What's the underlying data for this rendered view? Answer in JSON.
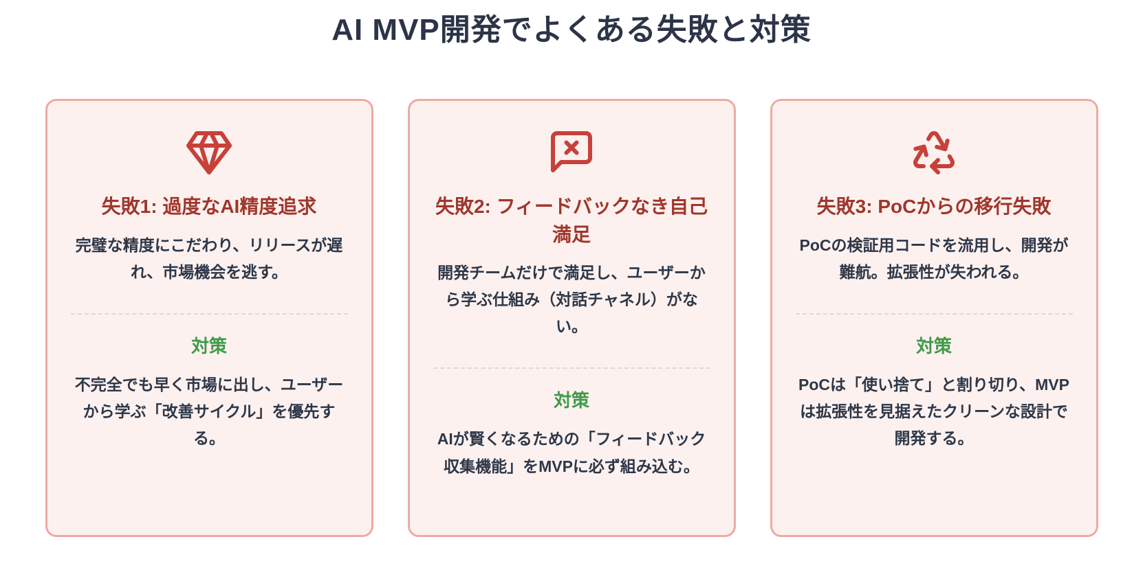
{
  "page": {
    "title": "AI MVP開発でよくある失敗と対策"
  },
  "colors": {
    "title_text": "#2c3447",
    "card_background": "#fdf1ef",
    "card_border": "#edaaa4",
    "icon_red": "#c7413a",
    "failure_heading_red": "#a0362c",
    "body_text": "#2d3748",
    "solution_green": "#3f9a4a"
  },
  "cards": [
    {
      "icon": "gem-icon",
      "title": "失敗1: 過度なAI精度追求",
      "problem": "完璧な精度にこだわり、リリースが遅れ、市場機会を逃す。",
      "solution_label": "対策",
      "solution": "不完全でも早く市場に出し、ユーザーから学ぶ「改善サイクル」を優先する。"
    },
    {
      "icon": "message-square-x-icon",
      "title": "失敗2: フィードバックなき自己満足",
      "problem": "開発チームだけで満足し、ユーザーから学ぶ仕組み（対話チャネル）がない。",
      "solution_label": "対策",
      "solution": "AIが賢くなるための「フィードバック収集機能」をMVPに必ず組み込む。"
    },
    {
      "icon": "recycle-icon",
      "title": "失敗3: PoCからの移行失敗",
      "problem": "PoCの検証用コードを流用し、開発が難航。拡張性が失われる。",
      "solution_label": "対策",
      "solution": "PoCは「使い捨て」と割り切り、MVPは拡張性を見据えたクリーンな設計で開発する。"
    }
  ]
}
